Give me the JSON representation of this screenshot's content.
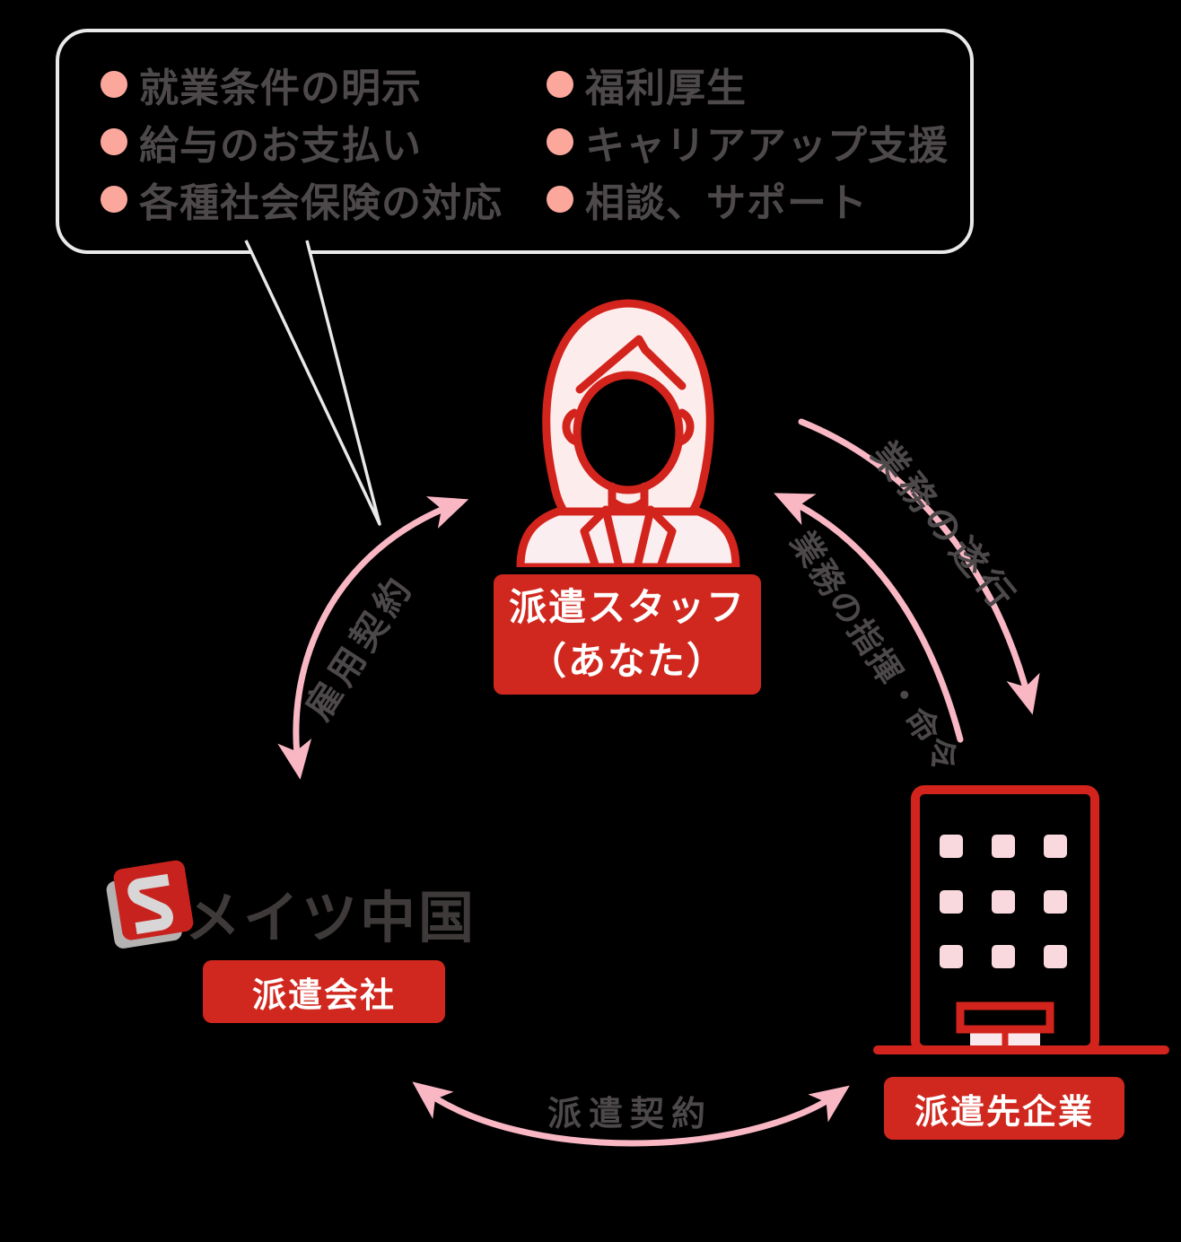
{
  "bubble": {
    "items_left": [
      "就業条件の明示",
      "給与のお支払い",
      "各種社会保険の対応"
    ],
    "items_right": [
      "福利厚生",
      "キャリアアップ支援",
      "相談、サポート"
    ]
  },
  "staff": {
    "label_line1": "派遣スタッフ",
    "label_line2": "（あなた）"
  },
  "agency": {
    "logo_text": "メイツ中国",
    "label": "派遣会社"
  },
  "client": {
    "label": "派遣先企業"
  },
  "arrows": {
    "employment": "雇用契約",
    "perform": "業務の遂行",
    "command": "業務の指揮・命令",
    "dispatch": "派遣契約"
  },
  "icons": {
    "staff_icon": "woman-worker-icon",
    "agency_icon": "mates-logo-mark-icon",
    "client_icon": "office-building-icon",
    "bullet_icon": "pink-dot-icon"
  },
  "colors": {
    "background": "#000000",
    "red_box": "#d0281f",
    "red_stroke": "#d2241c",
    "pink_arrow": "#f9b7c4",
    "bullet_salmon": "#fba79c",
    "light_pink_fill": "#fdecec",
    "window_pink": "#f9d9de",
    "text_dark_gray": "#4d494a",
    "logo_text_gray": "#3e3a39",
    "bubble_border": "#e9e9e9",
    "label_text": "#ffffff"
  }
}
